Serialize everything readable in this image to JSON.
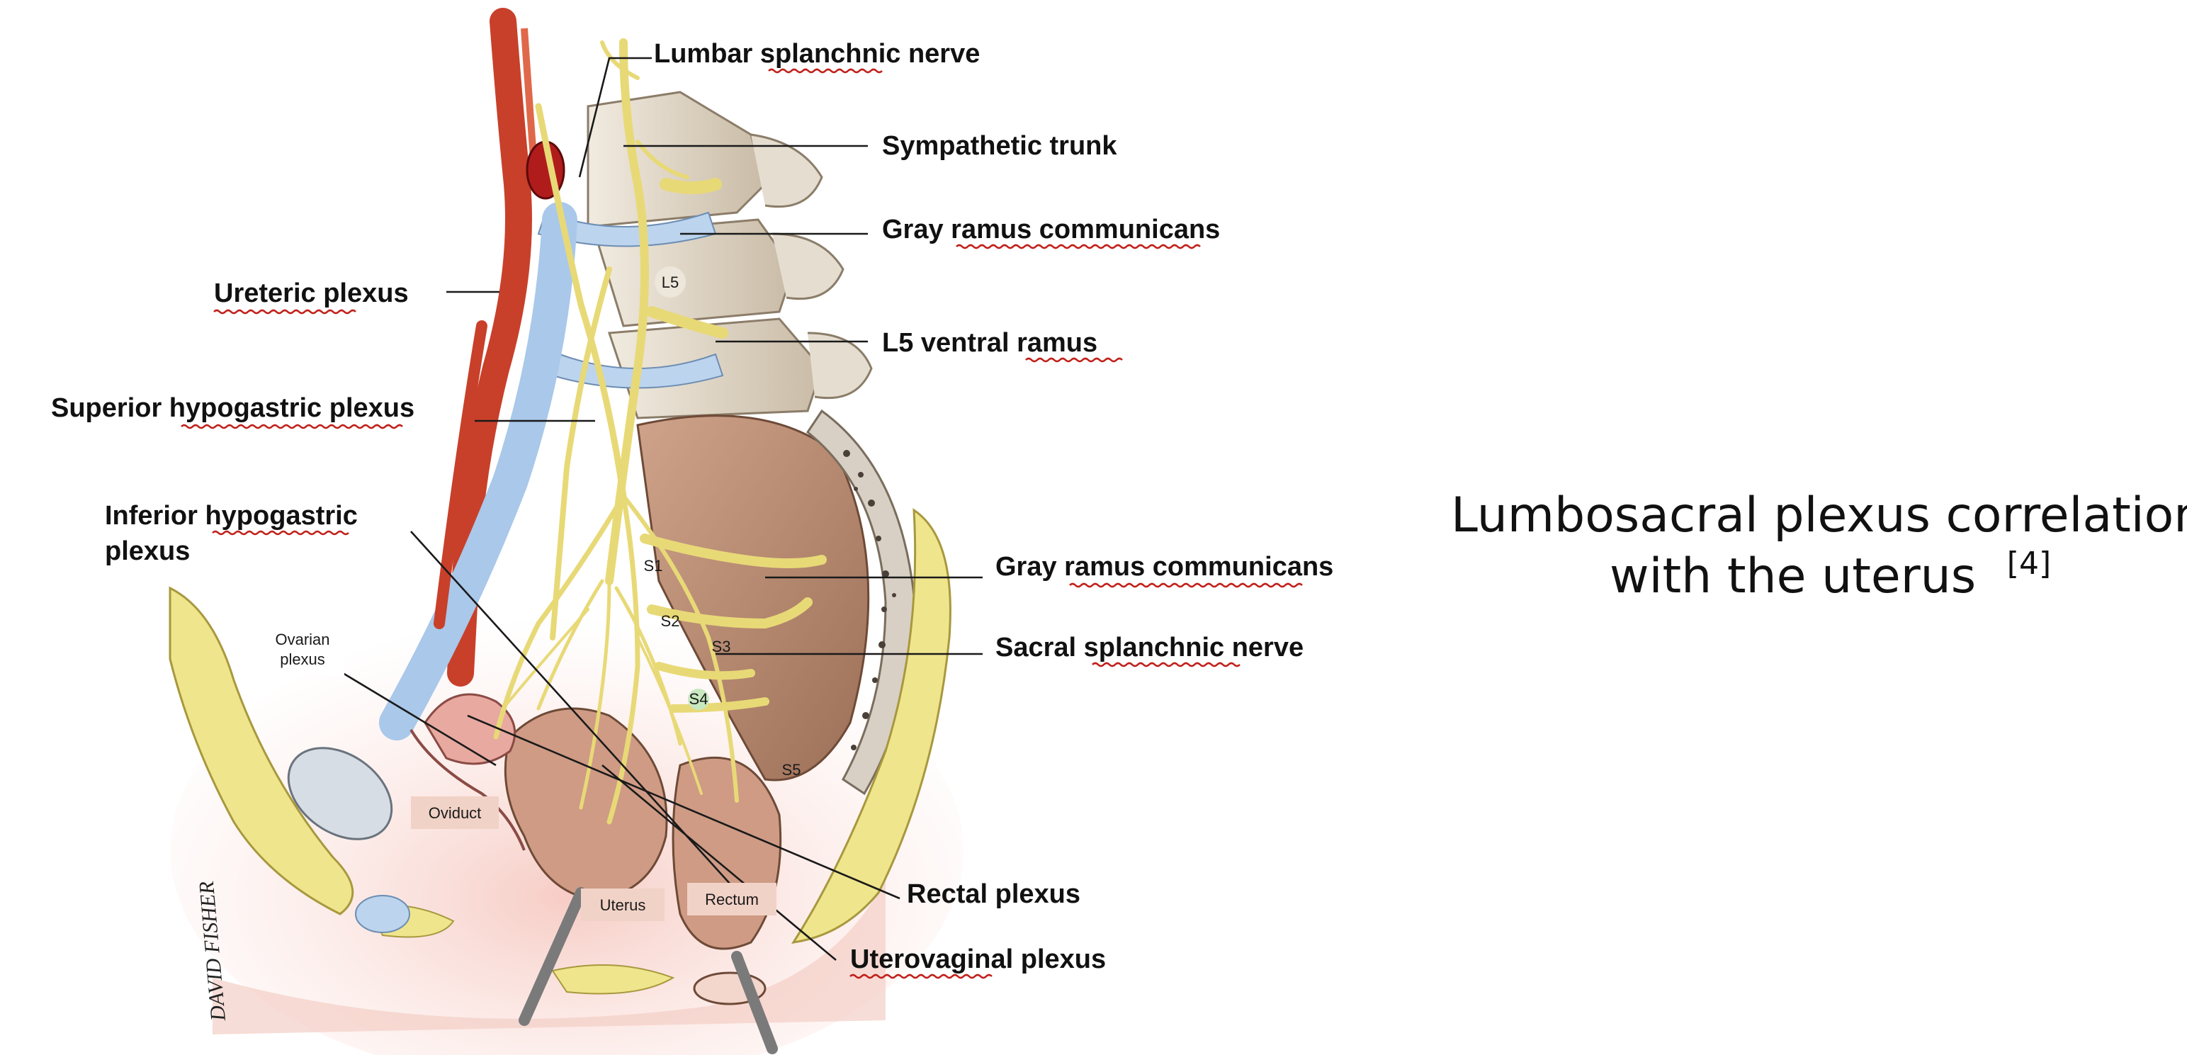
{
  "labels": {
    "lumbar_splanchnic_nerve": "Lumbar splanchnic nerve",
    "sympathetic_trunk": "Sympathetic trunk",
    "gray_ramus_upper": "Gray ramus communicans",
    "ureteric_plexus": "Ureteric plexus",
    "l5_ventral_ramus": "L5 ventral ramus",
    "superior_hypogastric_plexus": "Superior hypogastric plexus",
    "inferior_hypogastric_line1": "Inferior hypogastric",
    "inferior_hypogastric_line2": "plexus",
    "gray_ramus_lower": "Gray ramus communicans",
    "sacral_splanchnic_nerve": "Sacral splanchnic nerve",
    "rectal_plexus": "Rectal plexus",
    "uterovaginal_plexus": "Uterovaginal plexus"
  },
  "small_labels": {
    "l5": "L5",
    "s1": "S1",
    "s2": "S2",
    "s3": "S3",
    "s4": "S4",
    "s5": "S5",
    "ovarian_line1": "Ovarian",
    "ovarian_line2": "plexus",
    "oviduct": "Oviduct",
    "uterus": "Uterus",
    "rectum": "Rectum"
  },
  "signature": "DAVID FISHER",
  "caption": {
    "line1": "Lumbosacral plexus correlation",
    "line2": "with the uterus",
    "reference": "[4]"
  },
  "colors": {
    "nerve": "#f1e58e",
    "bone": "#ddd3c4",
    "artery": "#c8402a",
    "vein": "#a9c8ea",
    "fat": "#efe58c",
    "tissue_pink": "#f5c6bd"
  }
}
